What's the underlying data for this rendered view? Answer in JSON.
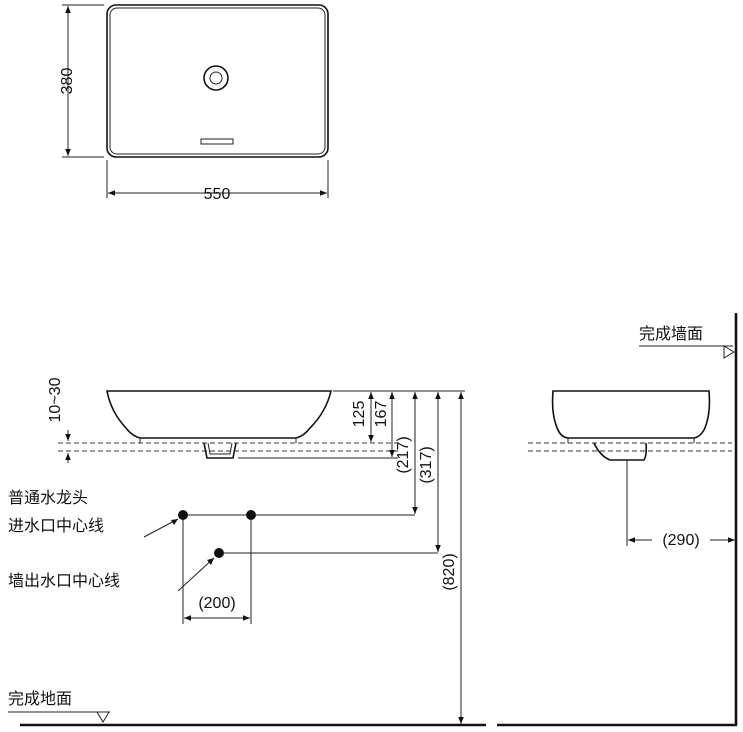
{
  "top_view": {
    "width_label": "550",
    "depth_label": "380"
  },
  "front_view": {
    "rim_range_label": "10~30",
    "dim_125": "125",
    "dim_167": "167",
    "dim_217": "(217)",
    "dim_317": "(317)",
    "dim_820": "(820)",
    "dim_200": "(200)",
    "faucet_inlet_label_line1": "普通水龙头",
    "faucet_inlet_label_line2": "进水口中心线",
    "wall_outlet_label": "墙出水口中心线",
    "floor_label": "完成地面"
  },
  "side_view": {
    "wall_label": "完成墙面",
    "dim_290": "(290)"
  }
}
